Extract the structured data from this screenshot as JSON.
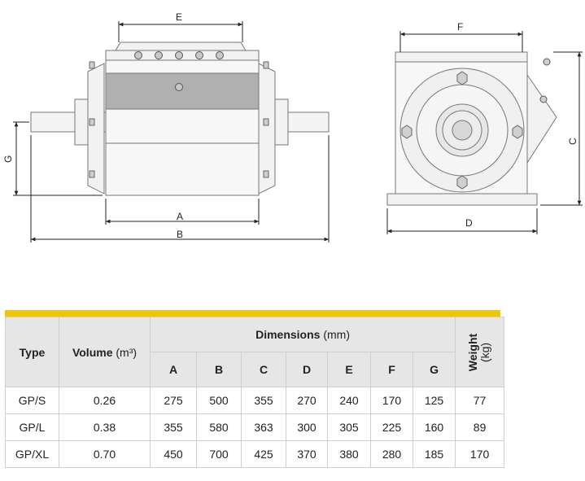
{
  "drawing": {
    "labels": {
      "A": "A",
      "B": "B",
      "C": "C",
      "D": "D",
      "E": "E",
      "F": "F",
      "G": "G"
    }
  },
  "table": {
    "headers": {
      "type": "Type",
      "volume": "Volume",
      "volume_unit": "(m³)",
      "dimensions": "Dimensions",
      "dimensions_unit": "(mm)",
      "weight": "Weight",
      "weight_unit": "(kg)",
      "dim_cols": [
        "A",
        "B",
        "C",
        "D",
        "E",
        "F",
        "G"
      ]
    },
    "rows": [
      {
        "type": "GP/S",
        "volume": "0.26",
        "dims": [
          "275",
          "500",
          "355",
          "270",
          "240",
          "170",
          "125"
        ],
        "weight": "77"
      },
      {
        "type": "GP/L",
        "volume": "0.38",
        "dims": [
          "355",
          "580",
          "363",
          "300",
          "305",
          "225",
          "160"
        ],
        "weight": "89"
      },
      {
        "type": "GP/XL",
        "volume": "0.70",
        "dims": [
          "450",
          "700",
          "425",
          "370",
          "380",
          "280",
          "185"
        ],
        "weight": "170"
      }
    ],
    "accent_color": "#f5c400",
    "header_bg": "#e6e6e6"
  }
}
